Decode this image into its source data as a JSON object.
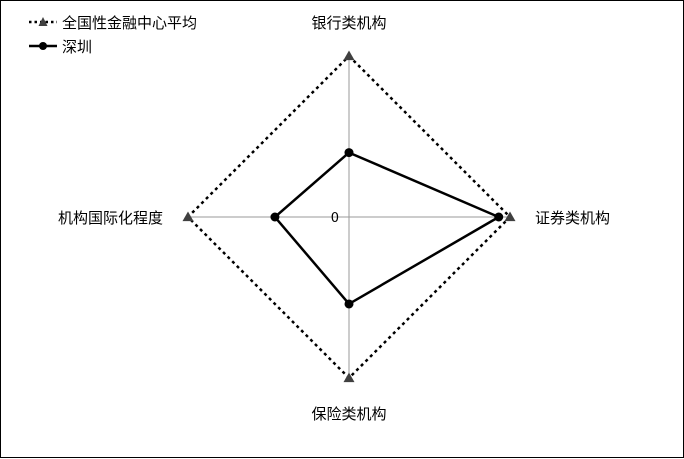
{
  "chart_data": {
    "type": "radar",
    "title": "",
    "axes": [
      "银行类机构",
      "证券类机构",
      "保险类机构",
      "机构国际化程度"
    ],
    "center_label": "0",
    "range": [
      0,
      100
    ],
    "grid": false,
    "legend_position": "top-left",
    "series": [
      {
        "name": "全国性金融中心平均",
        "values": [
          100,
          100,
          100,
          100
        ],
        "line_style": "dotted",
        "marker": "triangle",
        "line_color": "#000000",
        "marker_color": "#404040"
      },
      {
        "name": "深圳",
        "values": [
          40,
          93,
          54,
          46
        ],
        "line_style": "solid",
        "marker": "circle",
        "line_color": "#000000",
        "marker_color": "#000000"
      }
    ]
  }
}
